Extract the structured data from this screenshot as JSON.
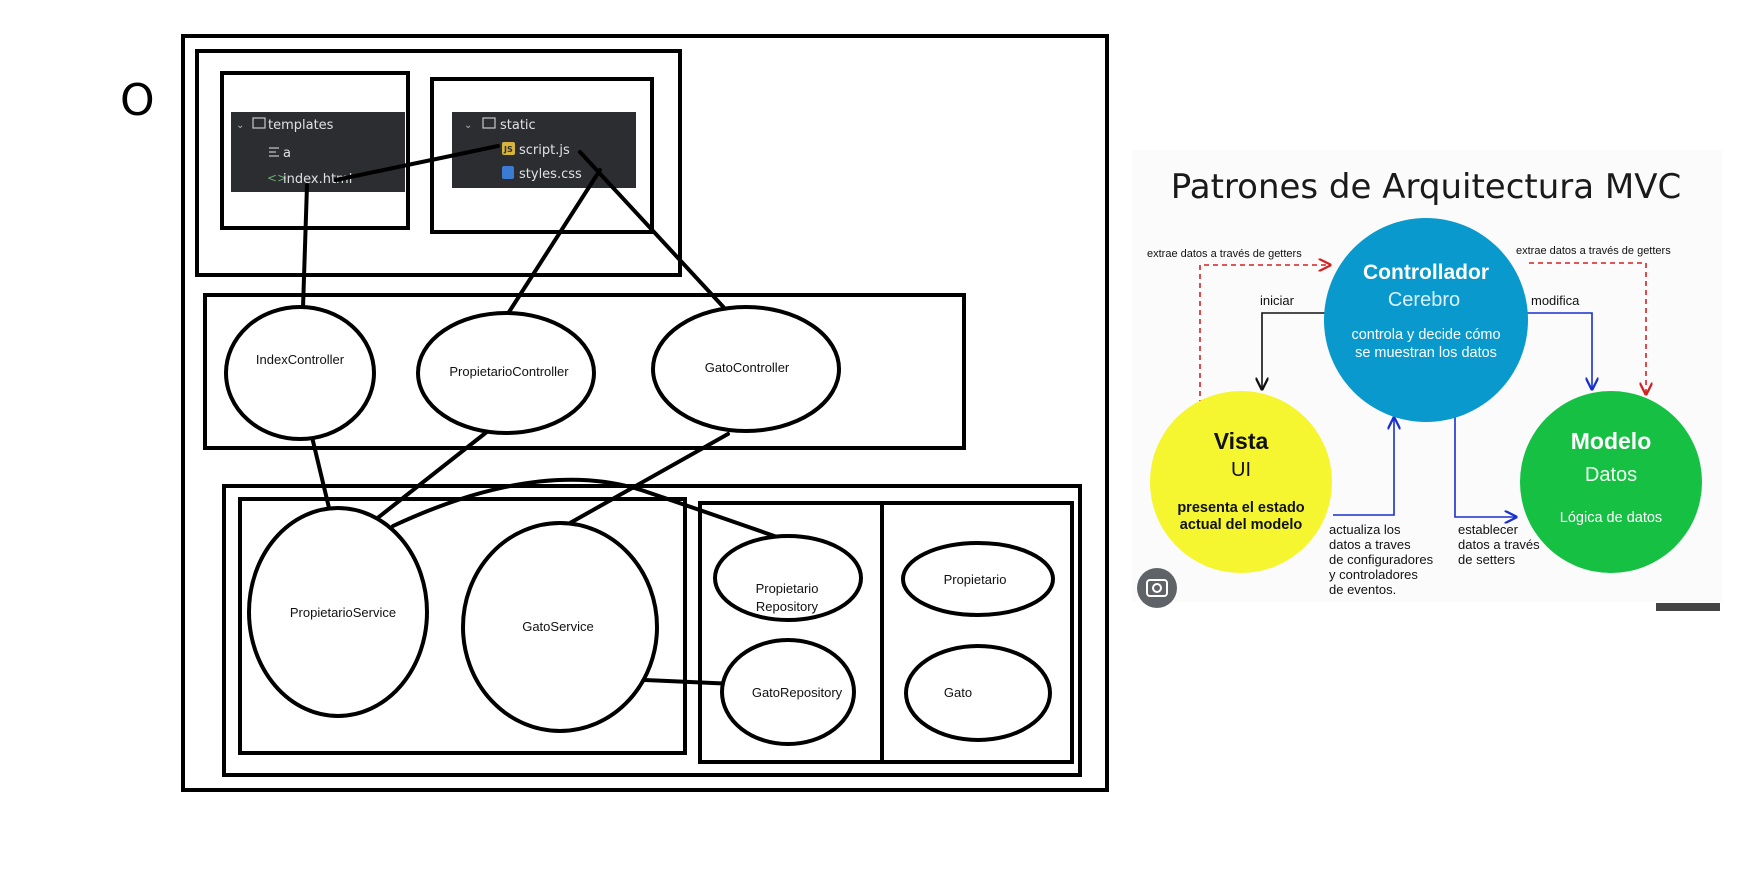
{
  "sketch": {
    "circle_mark": "O",
    "templates_folder": "templates",
    "templates_file_a": "a",
    "templates_file_index": "index.html",
    "static_folder": "static",
    "static_file_script": "script.js",
    "static_file_styles": "styles.css",
    "controllers": [
      "IndexController",
      "PropietarioController",
      "GatoController"
    ],
    "services": [
      "PropietarioService",
      "GatoService"
    ],
    "repository_line1": "Propietario",
    "repository_line2": "Repository",
    "gato_repository": "GatoRepository",
    "models": [
      "Propietario",
      "Gato"
    ]
  },
  "mvc": {
    "title": "Patrones de Arquitectura MVC",
    "controller_title": "Controllador",
    "controller_sub": "Cerebro",
    "controller_desc1": "controla y decide cómo",
    "controller_desc2": "se muestran los datos",
    "view_title": "Vista",
    "view_sub": "UI",
    "view_desc1": "presenta el estado",
    "view_desc2": "actual del modelo",
    "model_title": "Modelo",
    "model_sub": "Datos",
    "model_desc": "Lógica de datos",
    "getters_left": "extrae datos a través de getters",
    "getters_right": "extrae datos a través de getters",
    "iniciar": "iniciar",
    "modifica": "modifica",
    "actualiza": [
      "actualiza los",
      "datos a traves",
      "de configuradores",
      "y controladores",
      "de eventos."
    ],
    "establecer": [
      "establecer",
      "datos a través",
      "de setters"
    ],
    "colors": {
      "controller": "#0a99cc",
      "view": "#f5f530",
      "model": "#16c043",
      "dashed": "#d42020",
      "blue_arrow": "#1a2fcf"
    }
  }
}
